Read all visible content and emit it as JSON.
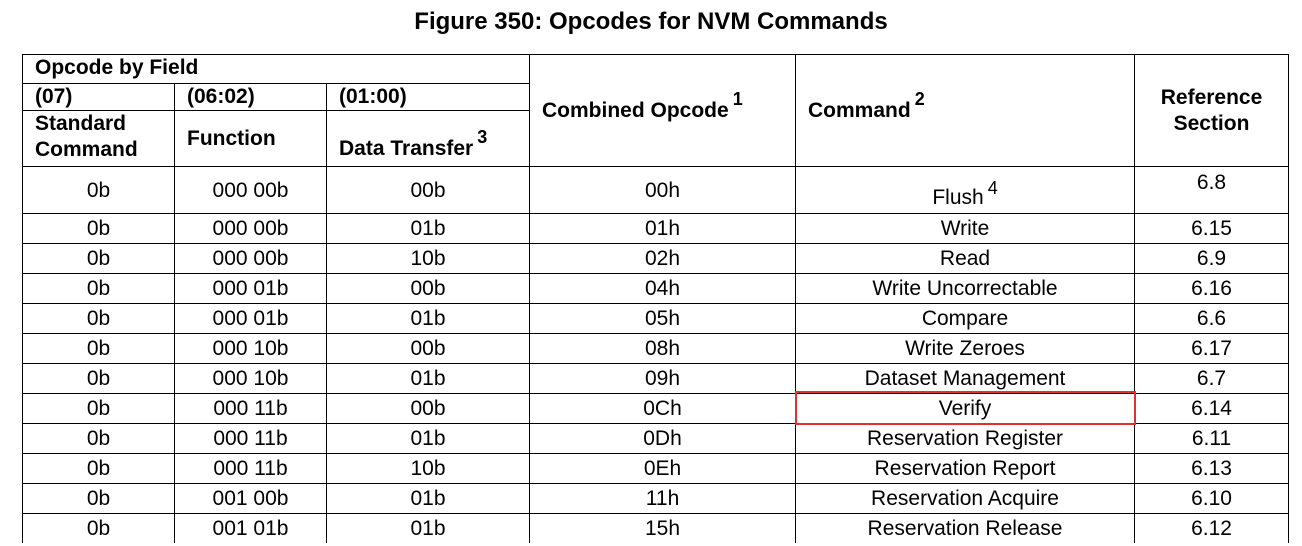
{
  "title": "Figure 350: Opcodes for NVM Commands",
  "header": {
    "group_label": "Opcode by Field",
    "bits_07": "(07)",
    "bits_0602": "(06:02)",
    "bits_0100": "(01:00)",
    "standard_command_line1": "Standard",
    "standard_command_line2": "Command",
    "function": "Function",
    "data_transfer": "Data Transfer",
    "data_transfer_note": "3",
    "combined_opcode": "Combined Opcode",
    "combined_opcode_note": "1",
    "command": "Command",
    "command_note": "2",
    "reference_line1": "Reference",
    "reference_line2": "Section"
  },
  "rows": [
    {
      "standard": "0b",
      "function": "000 00b",
      "transfer": "00b",
      "opcode": "00h",
      "command": "Flush",
      "note": "4",
      "ref": "6.8"
    },
    {
      "standard": "0b",
      "function": "000 00b",
      "transfer": "01b",
      "opcode": "01h",
      "command": "Write",
      "ref": "6.15"
    },
    {
      "standard": "0b",
      "function": "000 00b",
      "transfer": "10b",
      "opcode": "02h",
      "command": "Read",
      "ref": "6.9"
    },
    {
      "standard": "0b",
      "function": "000 01b",
      "transfer": "00b",
      "opcode": "04h",
      "command": "Write Uncorrectable",
      "ref": "6.16"
    },
    {
      "standard": "0b",
      "function": "000 01b",
      "transfer": "01b",
      "opcode": "05h",
      "command": "Compare",
      "ref": "6.6"
    },
    {
      "standard": "0b",
      "function": "000 10b",
      "transfer": "00b",
      "opcode": "08h",
      "command": "Write Zeroes",
      "ref": "6.17"
    },
    {
      "standard": "0b",
      "function": "000 10b",
      "transfer": "01b",
      "opcode": "09h",
      "command": "Dataset Management",
      "ref": "6.7"
    },
    {
      "standard": "0b",
      "function": "000 11b",
      "transfer": "00b",
      "opcode": "0Ch",
      "command": "Verify",
      "ref": "6.14",
      "highlighted": true
    },
    {
      "standard": "0b",
      "function": "000 11b",
      "transfer": "01b",
      "opcode": "0Dh",
      "command": "Reservation Register",
      "ref": "6.11"
    },
    {
      "standard": "0b",
      "function": "000 11b",
      "transfer": "10b",
      "opcode": "0Eh",
      "command": "Reservation Report",
      "ref": "6.13"
    },
    {
      "standard": "0b",
      "function": "001 00b",
      "transfer": "01b",
      "opcode": "11h",
      "command": "Reservation Acquire",
      "ref": "6.10"
    },
    {
      "standard": "0b",
      "function": "001 01b",
      "transfer": "01b",
      "opcode": "15h",
      "command": "Reservation Release",
      "ref": "6.12"
    }
  ],
  "highlight_color": "#e03030"
}
